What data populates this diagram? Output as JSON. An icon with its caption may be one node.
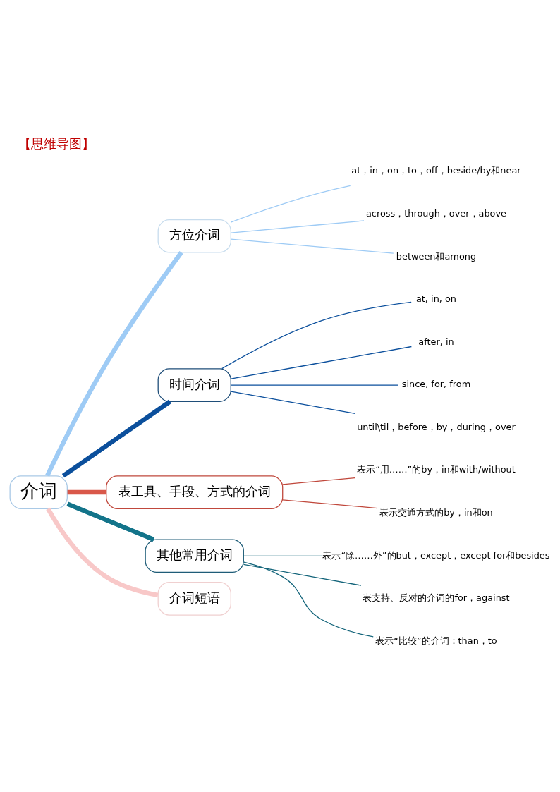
{
  "diagram": {
    "title": "【思维导图】",
    "nodes": [
      {
        "text": [
          "介词"
        ]
      },
      {
        "text": [
          "方位介词"
        ]
      },
      {
        "text": [
          "at，in，on，to，off，beside/by和near"
        ]
      },
      {
        "text": [
          "across，through，over，above"
        ]
      },
      {
        "text": [
          "between和among"
        ]
      },
      {
        "text": [
          "时间介词"
        ]
      },
      {
        "text": [
          "at, in, on"
        ]
      },
      {
        "text": [
          "after, in"
        ]
      },
      {
        "text": [
          "since, for, from"
        ]
      },
      {
        "text": [
          "until\\til，before，by，during，over"
        ]
      },
      {
        "text": [
          "表工具、手段、方式的介词"
        ]
      },
      {
        "text": [
          "表示“用……”的by，in和with/without"
        ]
      },
      {
        "text": [
          "表示交通方式的by，in和on"
        ]
      },
      {
        "text": [
          "其他常用介词"
        ]
      },
      {
        "text": [
          "表示“除……外”的but，except，except for和besides"
        ]
      },
      {
        "text": [
          "表支持、反对的介词的for，against"
        ]
      },
      {
        "text": [
          "表示“比较”的介词：than，to"
        ]
      },
      {
        "text": [
          "介词短语"
        ]
      }
    ],
    "edges": [
      {
        "from": 0,
        "to": 1,
        "arrow": "none",
        "style": "thick",
        "color": "#9ecbf5"
      },
      {
        "from": 1,
        "to": 2,
        "arrow": "none",
        "color": "#9ecbf5"
      },
      {
        "from": 1,
        "to": 3,
        "arrow": "none",
        "color": "#9ecbf5"
      },
      {
        "from": 1,
        "to": 4,
        "arrow": "none",
        "color": "#9ecbf5"
      },
      {
        "from": 0,
        "to": 5,
        "arrow": "none",
        "style": "thick",
        "color": "#0b4f9c"
      },
      {
        "from": 5,
        "to": 6,
        "arrow": "none",
        "color": "#0b4f9c"
      },
      {
        "from": 5,
        "to": 7,
        "arrow": "none",
        "color": "#0b4f9c"
      },
      {
        "from": 5,
        "to": 8,
        "arrow": "none",
        "color": "#0b4f9c"
      },
      {
        "from": 5,
        "to": 9,
        "arrow": "none",
        "color": "#0b4f9c"
      },
      {
        "from": 0,
        "to": 10,
        "arrow": "none",
        "style": "thick",
        "color": "#d9584a"
      },
      {
        "from": 10,
        "to": 11,
        "arrow": "none",
        "color": "#c0483c"
      },
      {
        "from": 10,
        "to": 12,
        "arrow": "none",
        "color": "#c0483c"
      },
      {
        "from": 0,
        "to": 13,
        "arrow": "none",
        "style": "thick",
        "color": "#13748a"
      },
      {
        "from": 13,
        "to": 14,
        "arrow": "none",
        "color": "#13647a"
      },
      {
        "from": 13,
        "to": 15,
        "arrow": "none",
        "color": "#13647a"
      },
      {
        "from": 13,
        "to": 16,
        "arrow": "none",
        "color": "#13647a"
      },
      {
        "from": 0,
        "to": 17,
        "arrow": "none",
        "style": "thick",
        "color": "#f8c8c8"
      }
    ]
  }
}
